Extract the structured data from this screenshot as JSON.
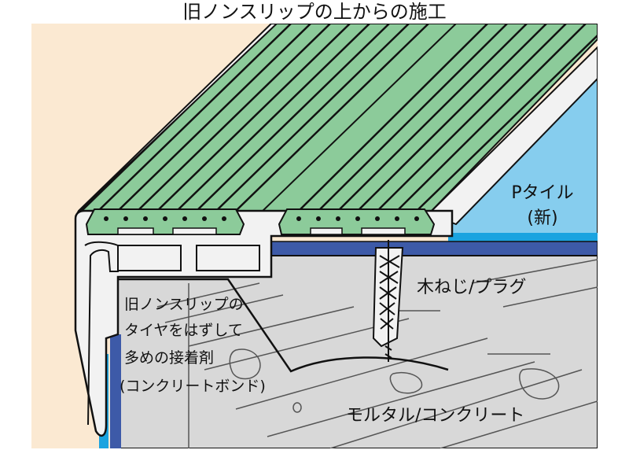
{
  "title": "旧ノンスリップの上からの施工",
  "labels": {
    "p_tile_line1": "Pタイル",
    "p_tile_line2": "(新)",
    "wood_screw_plug": "木ねじ/プラグ",
    "old_tire_line1": "旧ノンスリップの",
    "old_tire_line2": "タイヤをはずして",
    "old_tire_line3": "多めの接着剤",
    "old_tire_line4": "(コンクリートボンド)",
    "mortar_concrete": "モルタル/コンクリート"
  },
  "colors": {
    "wall": "#fbe9d2",
    "tile": "#86cdee",
    "tile_edge": "#1aa3e0",
    "slab": "#d8d8d8",
    "underlayer": "#3d5aa8",
    "tread_green": "#8ccb9a",
    "metal": "#f2f2f2",
    "outline": "#111111"
  }
}
